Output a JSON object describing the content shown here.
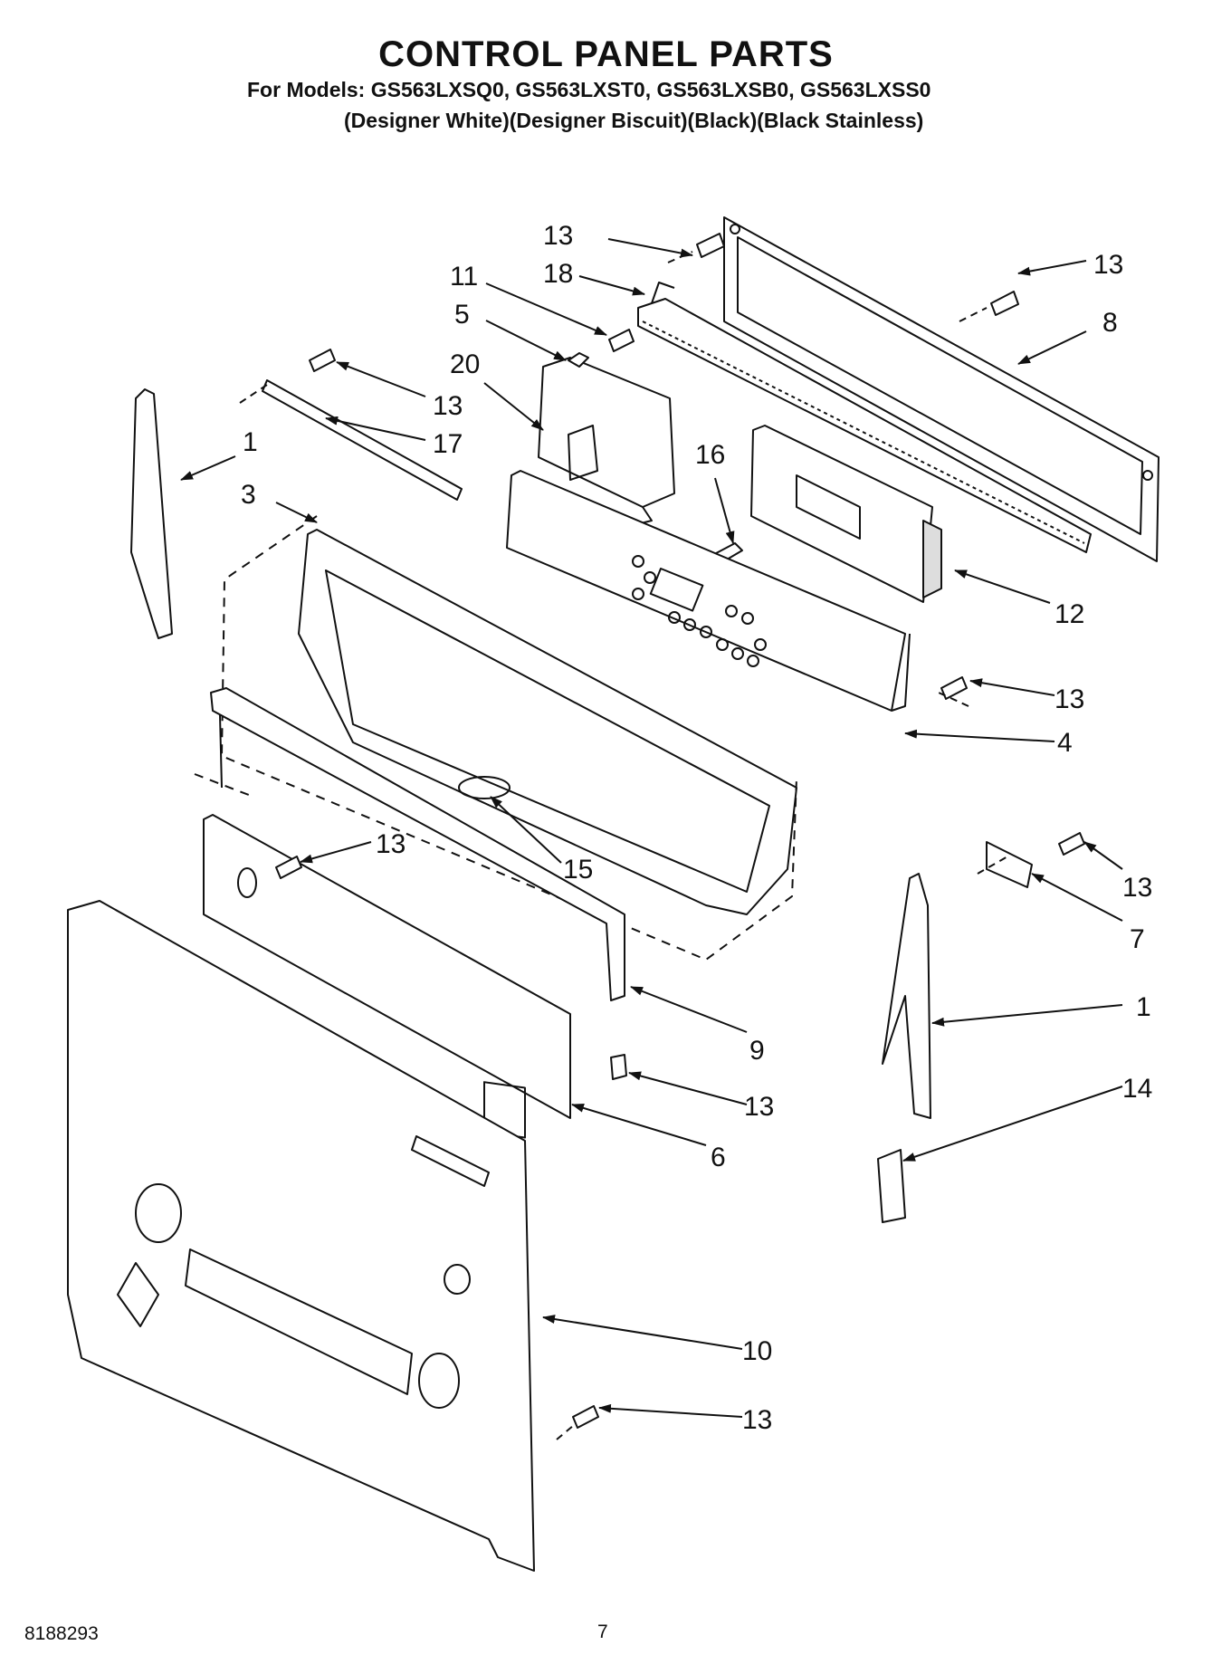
{
  "header": {
    "title": "CONTROL PANEL PARTS",
    "models_line": "For Models: GS563LXSQ0, GS563LXST0, GS563LXSB0, GS563LXSS0",
    "colors_line": "(Designer White)(Designer Biscuit)(Black)(Black Stainless)"
  },
  "callouts": [
    "13",
    "18",
    "11",
    "5",
    "20",
    "13",
    "17",
    "1",
    "3",
    "16",
    "8",
    "13",
    "12",
    "13",
    "4",
    "13",
    "15",
    "13",
    "7",
    "1",
    "9",
    "13",
    "14",
    "6",
    "10",
    "13"
  ],
  "footer": {
    "doc_number": "8188293",
    "page_number": "7"
  }
}
